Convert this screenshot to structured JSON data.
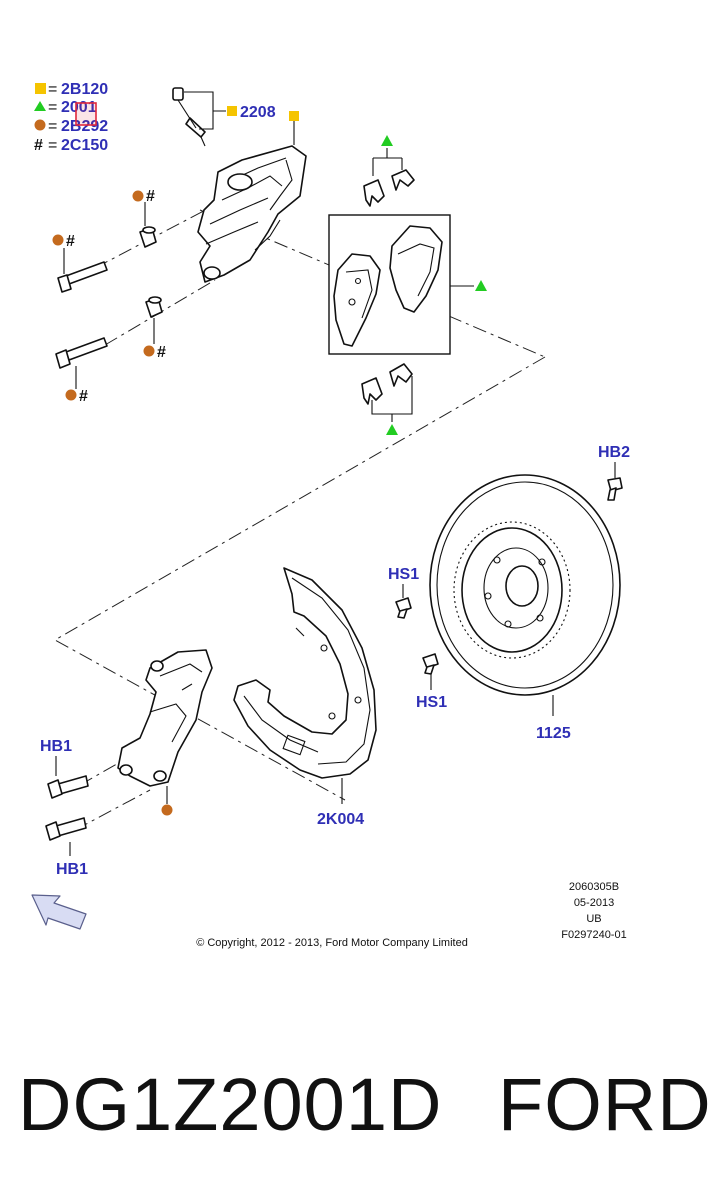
{
  "legend": [
    {
      "symbol": "square",
      "color": "#f5c400",
      "eq": "=",
      "code": "2B120"
    },
    {
      "symbol": "triangle",
      "color": "#22cc22",
      "eq": "=",
      "code": "2001"
    },
    {
      "symbol": "circle",
      "color": "#c46a1e",
      "eq": "=",
      "code": "2B292"
    },
    {
      "symbol": "hash",
      "color": "#111111",
      "eq": "=",
      "code": "2C150"
    }
  ],
  "symbols": {
    "hash": "#"
  },
  "callouts": {
    "sensor": "2208",
    "hb2": "HB2",
    "hs1_top": "HS1",
    "hs1_bottom": "HS1",
    "rotor": "1125",
    "shield": "2K004",
    "hb1_top": "HB1",
    "hb1_bottom": "HB1"
  },
  "meta": {
    "ref": "2060305B",
    "date": "05-2013",
    "code": "UB",
    "figure": "F0297240-01"
  },
  "copyright": "© Copyright, 2012 - 2013, Ford Motor Company Limited",
  "footer": {
    "part_number": "DG1Z2001D",
    "brand": "FORD"
  },
  "colors": {
    "label_blue": "#2f2fb5",
    "square_yellow": "#f5c400",
    "triangle_green": "#22cc22",
    "circle_orange": "#c46a1e",
    "highlight_red": "#e0283c"
  },
  "icons": [
    "direction-arrow-icon"
  ]
}
